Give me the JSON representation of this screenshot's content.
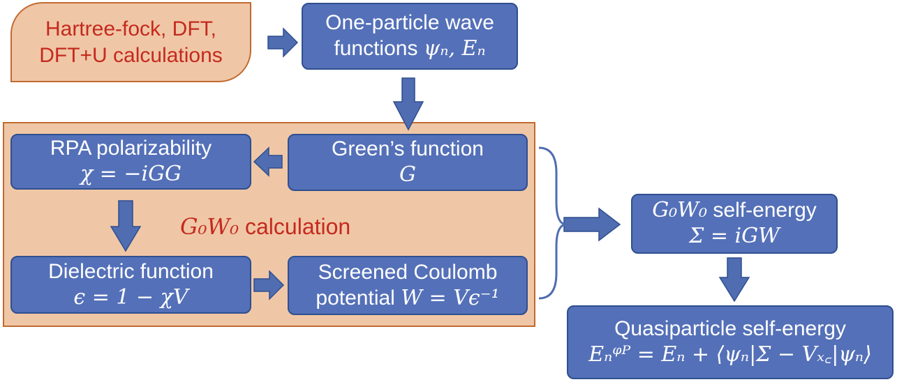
{
  "input": {
    "line1": "Hartree-fock, DFT,",
    "line2": "DFT+U calculations"
  },
  "one_particle": {
    "line1": "One-particle wave",
    "line2_prefix": "functions ",
    "line2_math": "ψₙ, Eₙ"
  },
  "greens": {
    "line1": "Green’s function",
    "line2_math": "G"
  },
  "rpa": {
    "line1": "RPA polarizability",
    "line2_math": "χ = −iGG"
  },
  "group": {
    "label_math": "G₀W₀",
    "label_text": " calculation"
  },
  "dielectric": {
    "line1": "Dielectric function",
    "line2_math": "ϵ = 1 − χV"
  },
  "screened": {
    "line1": "Screened Coulomb",
    "line2_prefix": "potential ",
    "line2_math": "W = Vϵ⁻¹"
  },
  "self_energy": {
    "line1_math": "G₀W₀",
    "line1_text": " self-energy",
    "line2_math": "Σ = iGW"
  },
  "quasiparticle": {
    "line1": "Quasiparticle self-energy",
    "line2_math": "Eₙᵠᴾ = Eₙ + ⟨ψₙ|Σ − Vₓ꜀|ψₙ⟩"
  },
  "colors": {
    "box_fill": "#5470b8",
    "box_border": "#2f4f8f",
    "input_fill": "#f0c7a6",
    "input_border": "#c06a30",
    "accent_text": "#c42a1f",
    "arrow": "#4f6db0"
  }
}
